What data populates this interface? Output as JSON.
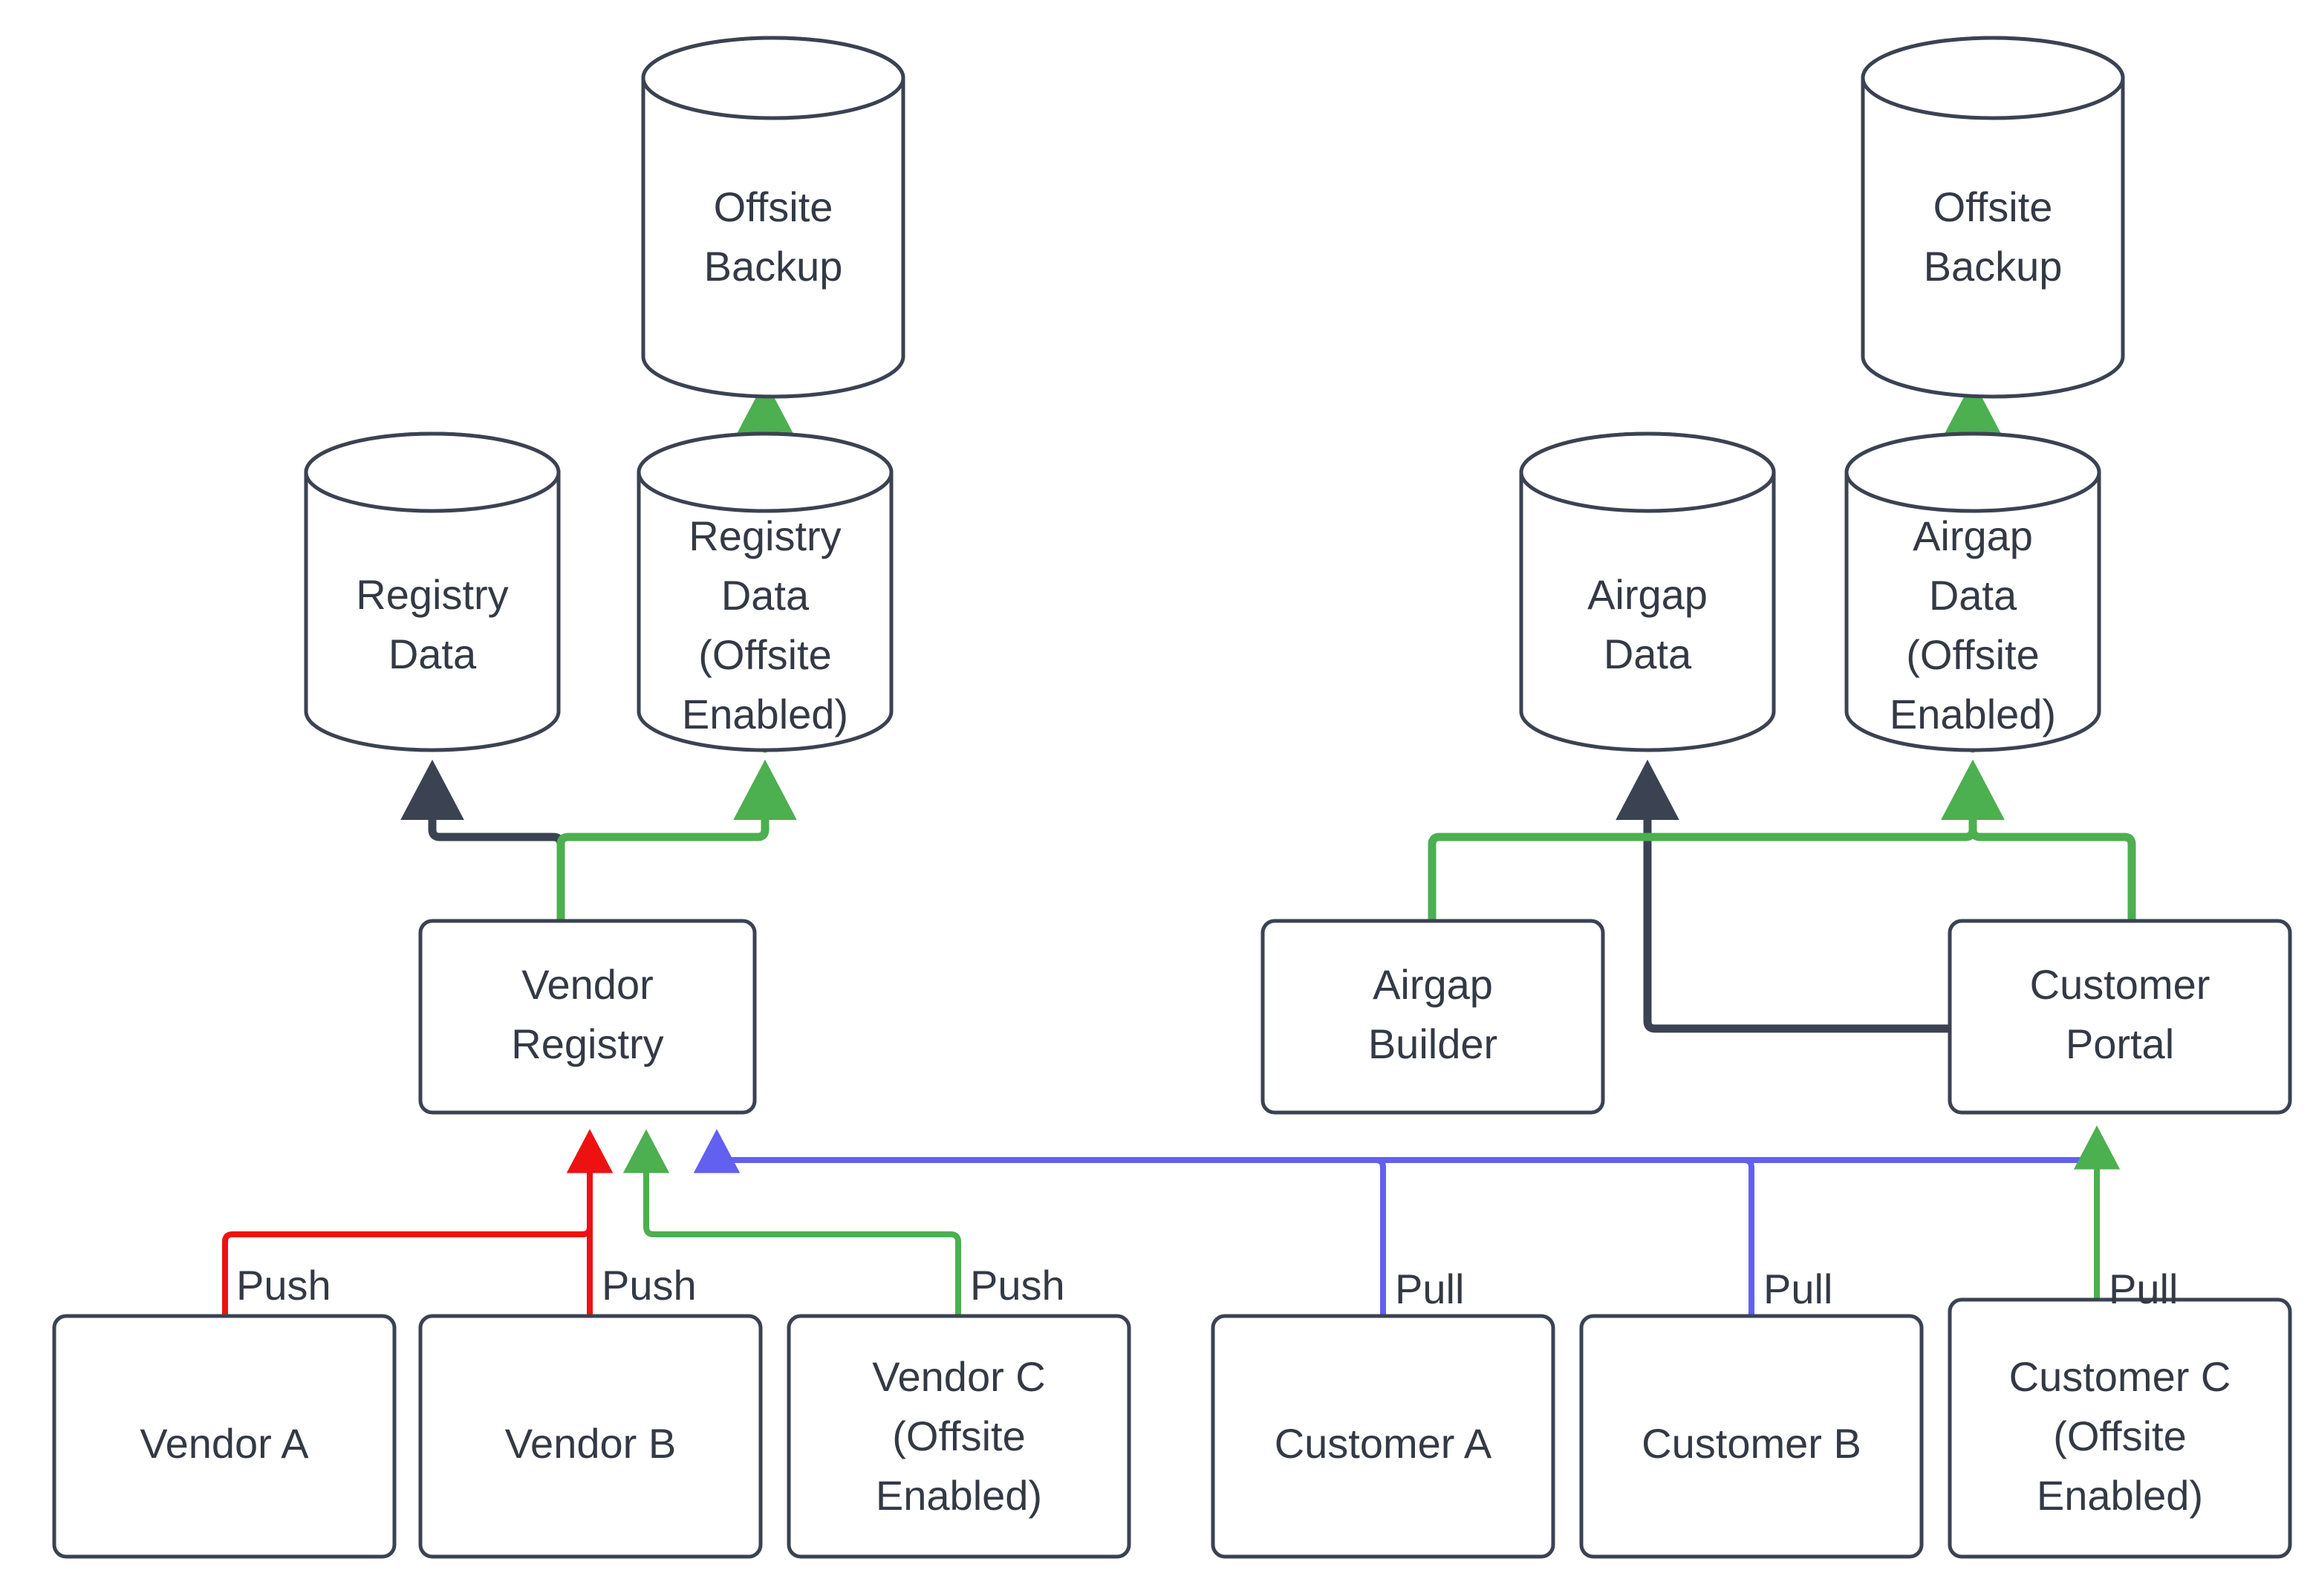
{
  "diagram": {
    "title": "Vendor Registry and Airgap Distribution Flow",
    "background_color": "#ffffff",
    "colors": {
      "node_stroke": "#3b4252",
      "node_fill": "#ffffff",
      "text": "#333a45",
      "flow_default": "#3b4252",
      "flow_green": "#4caf50",
      "flow_red": "#ee1111",
      "flow_purple": "#6260f0"
    },
    "nodes": {
      "offsite_backup_left": {
        "label_lines": [
          "Offsite",
          "Backup"
        ],
        "shape": "cylinder"
      },
      "offsite_backup_right": {
        "label_lines": [
          "Offsite",
          "Backup"
        ],
        "shape": "cylinder"
      },
      "registry_data": {
        "label_lines": [
          "Registry",
          "Data"
        ],
        "shape": "cylinder"
      },
      "registry_data_offsite": {
        "label_lines": [
          "Registry",
          "Data",
          "(Offsite",
          "Enabled)"
        ],
        "shape": "cylinder"
      },
      "airgap_data": {
        "label_lines": [
          "Airgap",
          "Data"
        ],
        "shape": "cylinder"
      },
      "airgap_data_offsite": {
        "label_lines": [
          "Airgap",
          "Data",
          "(Offsite",
          "Enabled)"
        ],
        "shape": "cylinder"
      },
      "vendor_registry": {
        "label_lines": [
          "Vendor",
          "Registry"
        ],
        "shape": "rounded-rect"
      },
      "airgap_builder": {
        "label_lines": [
          "Airgap",
          "Builder"
        ],
        "shape": "rounded-rect"
      },
      "customer_portal": {
        "label_lines": [
          "Customer",
          "Portal"
        ],
        "shape": "rounded-rect"
      },
      "vendor_a": {
        "label_lines": [
          "Vendor A"
        ],
        "shape": "rounded-rect"
      },
      "vendor_b": {
        "label_lines": [
          "Vendor B"
        ],
        "shape": "rounded-rect"
      },
      "vendor_c": {
        "label_lines": [
          "Vendor C",
          "(Offsite",
          "Enabled)"
        ],
        "shape": "rounded-rect"
      },
      "customer_a": {
        "label_lines": [
          "Customer A"
        ],
        "shape": "rounded-rect"
      },
      "customer_b": {
        "label_lines": [
          "Customer B"
        ],
        "shape": "rounded-rect"
      },
      "customer_c": {
        "label_lines": [
          "Customer C",
          "(Offsite",
          "Enabled)"
        ],
        "shape": "rounded-rect"
      }
    },
    "edge_labels": {
      "vendor_a_push": "Push",
      "vendor_b_push": "Push",
      "vendor_c_push": "Push",
      "customer_a_pull": "Pull",
      "customer_b_pull": "Pull",
      "customer_c_pull": "Pull"
    },
    "edges": [
      {
        "from": "registry_data_offsite",
        "to": "offsite_backup_left",
        "color": "#4caf50",
        "label": ""
      },
      {
        "from": "airgap_data_offsite",
        "to": "offsite_backup_right",
        "color": "#4caf50",
        "label": ""
      },
      {
        "from": "vendor_registry",
        "to": "registry_data",
        "color": "#3b4252",
        "label": ""
      },
      {
        "from": "vendor_registry",
        "to": "registry_data_offsite",
        "color": "#4caf50",
        "label": ""
      },
      {
        "from": "customer_portal",
        "to": "airgap_data",
        "color": "#3b4252",
        "label": ""
      },
      {
        "from": "airgap_builder",
        "to": "airgap_data_offsite",
        "color": "#4caf50",
        "label": ""
      },
      {
        "from": "customer_portal",
        "to": "airgap_data_offsite",
        "color": "#4caf50",
        "label": ""
      },
      {
        "from": "vendor_a",
        "to": "vendor_registry",
        "color": "#ee1111",
        "label": "Push"
      },
      {
        "from": "vendor_b",
        "to": "vendor_registry",
        "color": "#ee1111",
        "label": "Push"
      },
      {
        "from": "vendor_c",
        "to": "vendor_registry",
        "color": "#4caf50",
        "label": "Push"
      },
      {
        "from": "customer_a",
        "to": "vendor_registry",
        "color": "#6260f0",
        "label": "Pull"
      },
      {
        "from": "customer_b",
        "to": "vendor_registry",
        "color": "#6260f0",
        "label": "Pull"
      },
      {
        "from": "customer_c",
        "to": "customer_portal",
        "color": "#4caf50",
        "label": "Pull"
      }
    ]
  }
}
